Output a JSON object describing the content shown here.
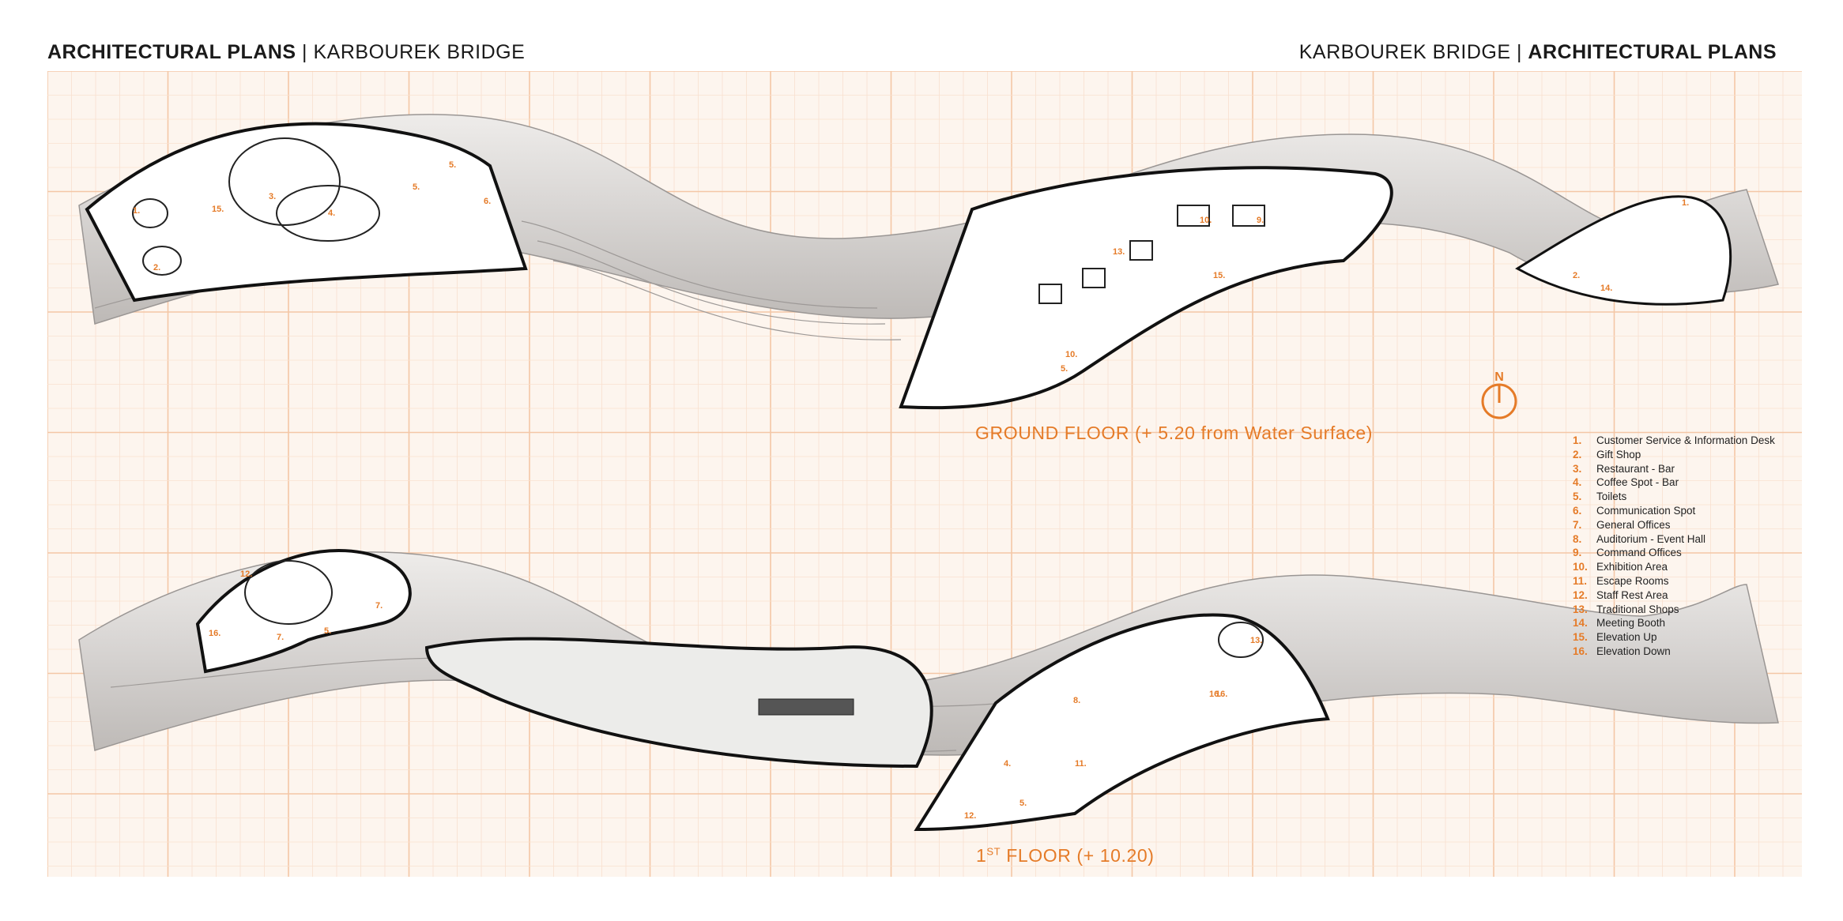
{
  "header": {
    "left_bold": "ARCHITECTURAL PLANS",
    "left_light": "KARBOUREK BRIDGE",
    "right_light": "KARBOUREK BRIDGE",
    "right_bold": "ARCHITECTURAL PLANS",
    "separator": "|"
  },
  "floors": [
    {
      "title": "GROUND FLOOR (+ 5.20 from Water Surface)"
    },
    {
      "title_prefix": "1",
      "title_sup": "ST",
      "title_rest": " FLOOR (+ 10.20)"
    }
  ],
  "north_label": "N",
  "legend": [
    {
      "num": "1.",
      "label": "Customer Service & Information Desk"
    },
    {
      "num": "2.",
      "label": "Gift Shop"
    },
    {
      "num": "3.",
      "label": "Restaurant - Bar"
    },
    {
      "num": "4.",
      "label": "Coffee Spot - Bar"
    },
    {
      "num": "5.",
      "label": "Toilets"
    },
    {
      "num": "6.",
      "label": "Communication Spot"
    },
    {
      "num": "7.",
      "label": "General Offices"
    },
    {
      "num": "8.",
      "label": "Auditorium - Event Hall"
    },
    {
      "num": "9.",
      "label": "Command Offices"
    },
    {
      "num": "10.",
      "label": "Exhibition Area"
    },
    {
      "num": "11.",
      "label": "Escape Rooms"
    },
    {
      "num": "12.",
      "label": "Staff Rest Area"
    },
    {
      "num": "13.",
      "label": "Traditional Shops"
    },
    {
      "num": "14.",
      "label": "Meeting Booth"
    },
    {
      "num": "15.",
      "label": "Elevation Up"
    },
    {
      "num": "16.",
      "label": "Elevation Down"
    }
  ],
  "room_tags": {
    "ground": [
      "1.",
      "15.",
      "2.",
      "3.",
      "4.",
      "5.",
      "5.",
      "6.",
      "10.",
      "9.",
      "13.",
      "15.",
      "5.",
      "10.",
      "1.",
      "2.",
      "14."
    ],
    "first": [
      "12.",
      "16.",
      "7.",
      "5.",
      "7.",
      "16.",
      "13.",
      "8.",
      "16.",
      "4.",
      "11.",
      "5.",
      "12."
    ]
  },
  "colors": {
    "accent": "#e57b28",
    "grid_major": "#f4c7a6",
    "grid_minor": "#f8e0cf",
    "sheet": "#fdf5ee",
    "bridge_shell": "#d9d6d4",
    "bridge_dark": "#a8a4a2",
    "floor_white": "#ffffff",
    "outline": "#111111"
  }
}
